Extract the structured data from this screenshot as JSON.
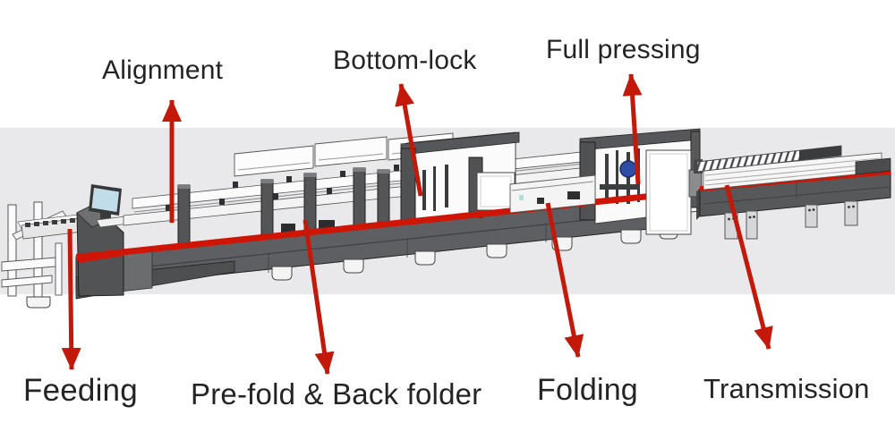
{
  "diagram": {
    "type": "annotated machine diagram",
    "subject": "folder-gluer machine sections",
    "labels": {
      "alignment": "Alignment",
      "bottom_lock": "Bottom-lock",
      "full_pressing": "Full pressing",
      "feeding": "Feeding",
      "pre_fold": "Pre-fold & Back folder",
      "folding": "Folding",
      "transmission": "Transmission"
    },
    "colors": {
      "background_band": "#e9e9eb",
      "machine_dark": "#57585a",
      "machine_light": "#fafafa",
      "red_stripe": "#cf1505",
      "arrow": "#c2190a",
      "label_text": "#242424",
      "monitor_screen": "#c3dcea",
      "blue_knob": "#2e4da6"
    }
  }
}
